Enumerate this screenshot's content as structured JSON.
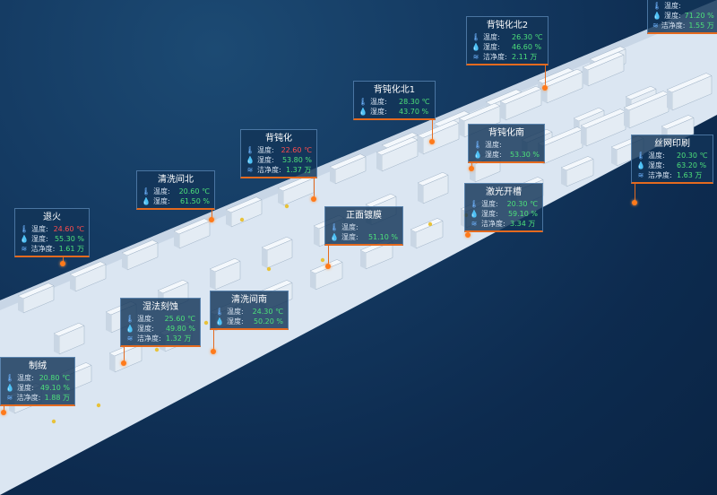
{
  "panels": [
    {
      "id": "tuihuo",
      "title": "退火",
      "rows": [
        {
          "icon": "thermometer-icon",
          "label": "温度:",
          "value": "24.60 ℃",
          "warn": true
        },
        {
          "icon": "droplet-icon",
          "label": "湿度:",
          "value": "55.30 %",
          "warn": false
        },
        {
          "icon": "cleanliness-icon",
          "label": "洁净度:",
          "value": "1.61 万",
          "warn": false
        }
      ]
    },
    {
      "id": "qingxijianbei",
      "title": "清洗间北",
      "rows": [
        {
          "icon": "thermometer-icon",
          "label": "温度:",
          "value": "20.60 ℃",
          "warn": false
        },
        {
          "icon": "droplet-icon",
          "label": "湿度:",
          "value": "61.50 %",
          "warn": false
        }
      ]
    },
    {
      "id": "beidunhua",
      "title": "背钝化",
      "rows": [
        {
          "icon": "thermometer-icon",
          "label": "温度:",
          "value": "22.60 ℃",
          "warn": true
        },
        {
          "icon": "droplet-icon",
          "label": "湿度:",
          "value": "53.80 %",
          "warn": false
        },
        {
          "icon": "cleanliness-icon",
          "label": "洁净度:",
          "value": "1.37 万",
          "warn": false
        }
      ]
    },
    {
      "id": "beidunhuabei1",
      "title": "背钝化北1",
      "rows": [
        {
          "icon": "thermometer-icon",
          "label": "温度:",
          "value": "28.30 ℃",
          "warn": false
        },
        {
          "icon": "droplet-icon",
          "label": "湿度:",
          "value": "43.70 %",
          "warn": false
        }
      ]
    },
    {
      "id": "beidunhuabei2",
      "title": "背钝化北2",
      "rows": [
        {
          "icon": "thermometer-icon",
          "label": "温度:",
          "value": "26.30 ℃",
          "warn": false
        },
        {
          "icon": "droplet-icon",
          "label": "湿度:",
          "value": "46.60 %",
          "warn": false
        },
        {
          "icon": "cleanliness-icon",
          "label": "洁净度:",
          "value": "2.11 万",
          "warn": false
        }
      ]
    },
    {
      "id": "topright",
      "title": "",
      "rows": [
        {
          "icon": "thermometer-icon",
          "label": "温度:",
          "value": "",
          "warn": true
        },
        {
          "icon": "droplet-icon",
          "label": "湿度:",
          "value": "71.20 %",
          "warn": false
        },
        {
          "icon": "cleanliness-icon",
          "label": "洁净度:",
          "value": "1.55 万",
          "warn": false
        }
      ]
    },
    {
      "id": "beidunhuanan",
      "title": "背钝化南",
      "rows": [
        {
          "icon": "thermometer-icon",
          "label": "温度:",
          "value": "",
          "warn": true
        },
        {
          "icon": "droplet-icon",
          "label": "湿度:",
          "value": "53.30 %",
          "warn": false
        }
      ]
    },
    {
      "id": "zhengmiandumo",
      "title": "正面镀膜",
      "rows": [
        {
          "icon": "thermometer-icon",
          "label": "温度:",
          "value": "",
          "warn": true
        },
        {
          "icon": "droplet-icon",
          "label": "湿度:",
          "value": "51.10 %",
          "warn": false
        }
      ]
    },
    {
      "id": "jiguang",
      "title": "激光开槽",
      "rows": [
        {
          "icon": "thermometer-icon",
          "label": "温度:",
          "value": "20.30 ℃",
          "warn": false
        },
        {
          "icon": "droplet-icon",
          "label": "湿度:",
          "value": "59.10 %",
          "warn": false
        },
        {
          "icon": "cleanliness-icon",
          "label": "洁净度:",
          "value": "3.34 万",
          "warn": false
        }
      ]
    },
    {
      "id": "siwangyinshua",
      "title": "丝网印刷",
      "rows": [
        {
          "icon": "thermometer-icon",
          "label": "温度:",
          "value": "20.30 ℃",
          "warn": false
        },
        {
          "icon": "droplet-icon",
          "label": "湿度:",
          "value": "63.20 %",
          "warn": false
        },
        {
          "icon": "cleanliness-icon",
          "label": "洁净度:",
          "value": "1.63 万",
          "warn": false
        }
      ]
    },
    {
      "id": "shifakeshi",
      "title": "湿法刻蚀",
      "rows": [
        {
          "icon": "thermometer-icon",
          "label": "温度:",
          "value": "25.60 ℃",
          "warn": false
        },
        {
          "icon": "droplet-icon",
          "label": "湿度:",
          "value": "49.80 %",
          "warn": false
        },
        {
          "icon": "cleanliness-icon",
          "label": "洁净度:",
          "value": "1.32 万",
          "warn": false
        }
      ]
    },
    {
      "id": "qingxijiannan",
      "title": "清洗间南",
      "rows": [
        {
          "icon": "thermometer-icon",
          "label": "温度:",
          "value": "24.30 ℃",
          "warn": false
        },
        {
          "icon": "droplet-icon",
          "label": "湿度:",
          "value": "50.20 %",
          "warn": false
        }
      ]
    },
    {
      "id": "zhirong",
      "title": "制绒",
      "rows": [
        {
          "icon": "thermometer-icon",
          "label": "温度:",
          "value": "20.80 ℃",
          "warn": false
        },
        {
          "icon": "droplet-icon",
          "label": "湿度:",
          "value": "49.10 %",
          "warn": false
        },
        {
          "icon": "cleanliness-icon",
          "label": "洁净度:",
          "value": "1.88 万",
          "warn": false
        }
      ]
    }
  ],
  "icons": {
    "thermometer-icon": "🌡",
    "droplet-icon": "💧",
    "cleanliness-icon": "≋"
  },
  "colors": {
    "accent_orange": "#e46a1f",
    "value_green": "#4de07a",
    "value_red": "#ff4d4d",
    "background": "#0d2b4f",
    "floor": "#dbe6f2"
  }
}
